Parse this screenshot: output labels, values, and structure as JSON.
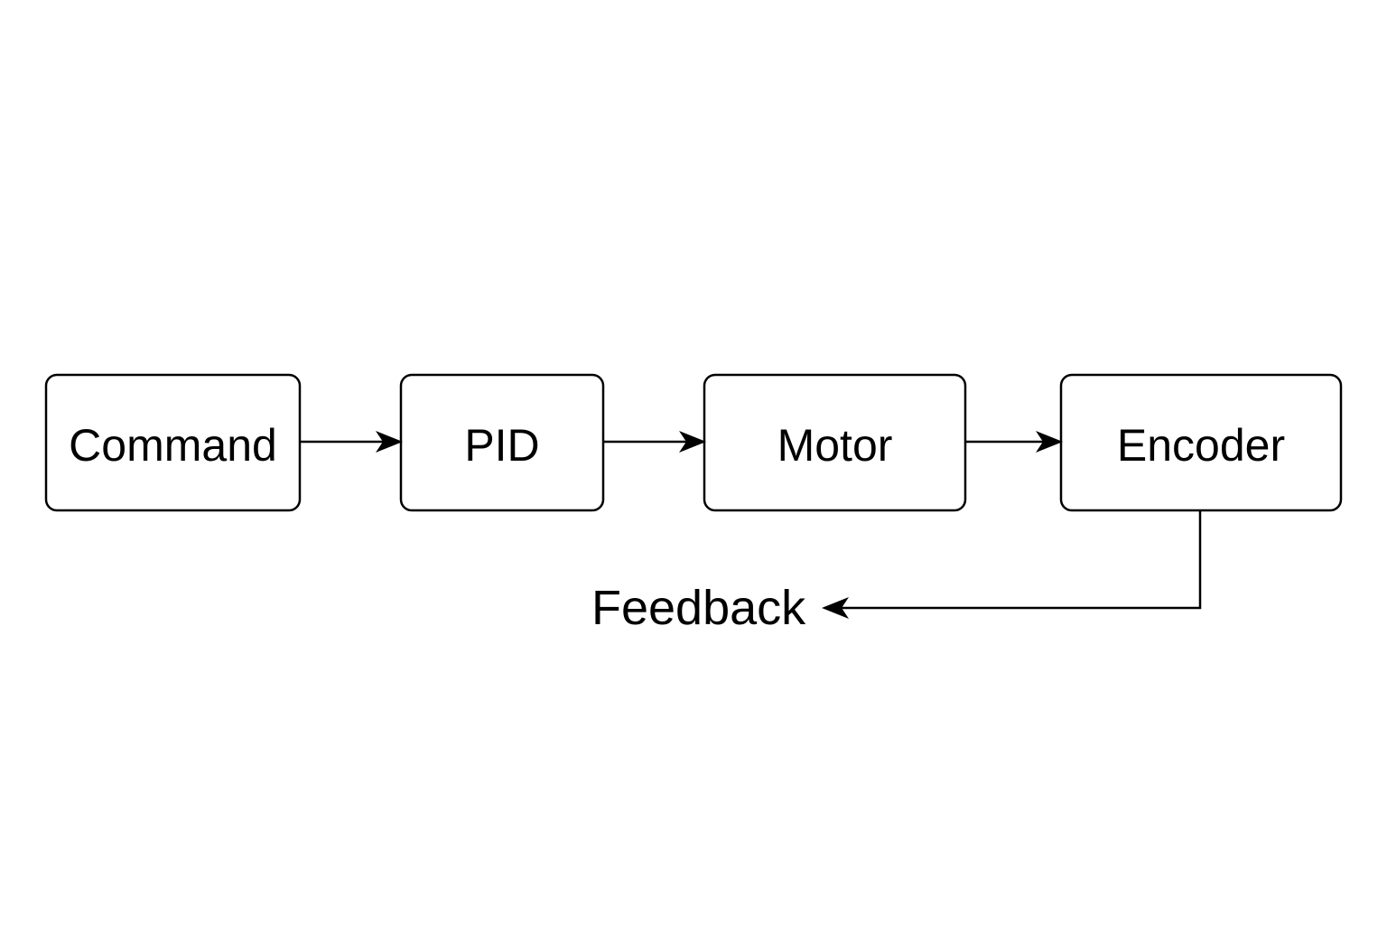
{
  "diagram": {
    "blocks": {
      "command": "Command",
      "pid": "PID",
      "motor": "Motor",
      "encoder": "Encoder"
    },
    "feedback_label": "Feedback"
  },
  "colors": {
    "stroke": "#000000",
    "background": "#ffffff"
  }
}
